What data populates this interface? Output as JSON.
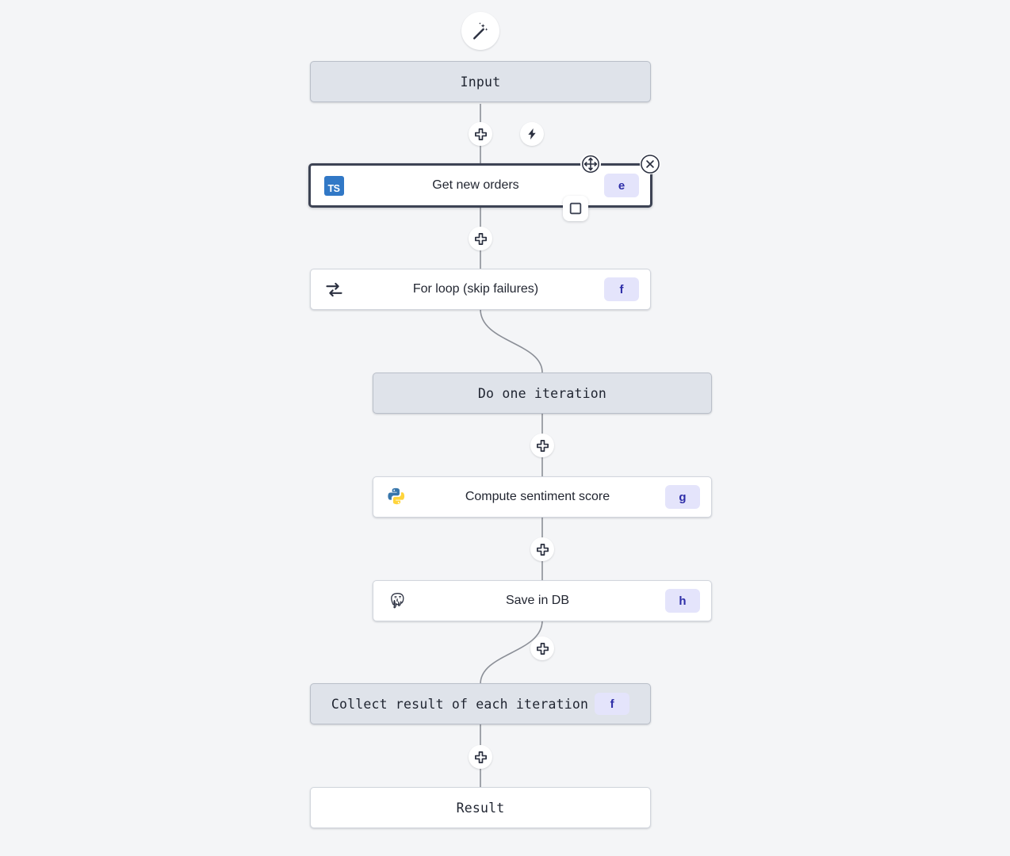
{
  "canvas": {
    "background_color": "#f4f5f7",
    "accent_badge_bg": "#e4e4fb",
    "accent_badge_text": "#2e2ea8",
    "system_node_bg": "#dfe3ea",
    "connector_color": "#8b8f97",
    "selection_border_color": "#3d4354"
  },
  "toolbar": {
    "ai_generate_label": "ai-magic-wand",
    "trigger_label": "lightning-trigger"
  },
  "nodes": [
    {
      "id": "input",
      "title": "Input",
      "kind": "system",
      "icon": "none",
      "shortcut": ""
    },
    {
      "id": "get-new-orders",
      "title": "Get new orders",
      "kind": "step",
      "icon": "typescript-logo",
      "icon_text": "TS",
      "shortcut": "e",
      "selected": true
    },
    {
      "id": "for-loop",
      "title": "For loop (skip failures)",
      "kind": "step",
      "icon": "loop-icon",
      "shortcut": "f"
    },
    {
      "id": "do-one-iteration",
      "title": "Do one iteration",
      "kind": "system",
      "icon": "none",
      "shortcut": ""
    },
    {
      "id": "compute-sentiment-score",
      "title": "Compute sentiment score",
      "kind": "step",
      "icon": "python-logo",
      "shortcut": "g"
    },
    {
      "id": "save-in-db",
      "title": "Save in DB",
      "kind": "step",
      "icon": "postgresql-logo",
      "shortcut": "h"
    },
    {
      "id": "collect-result",
      "title": "Collect result of each iteration",
      "kind": "system",
      "icon": "none",
      "shortcut": "f"
    },
    {
      "id": "result",
      "title": "Result",
      "kind": "plain",
      "icon": "none",
      "shortcut": ""
    }
  ],
  "selection_controls": {
    "move_label": "move-handle",
    "close_label": "close-node",
    "branch_label": "branch-toggle"
  },
  "add_buttons": [
    {
      "id": "add-after-input",
      "label": "+"
    },
    {
      "id": "add-after-get-new-orders",
      "label": "+"
    },
    {
      "id": "add-after-do-one-iteration",
      "label": "+"
    },
    {
      "id": "add-after-compute-sentiment-score",
      "label": "+"
    },
    {
      "id": "add-after-save-in-db",
      "label": "+"
    },
    {
      "id": "add-after-collect-result",
      "label": "+"
    }
  ]
}
